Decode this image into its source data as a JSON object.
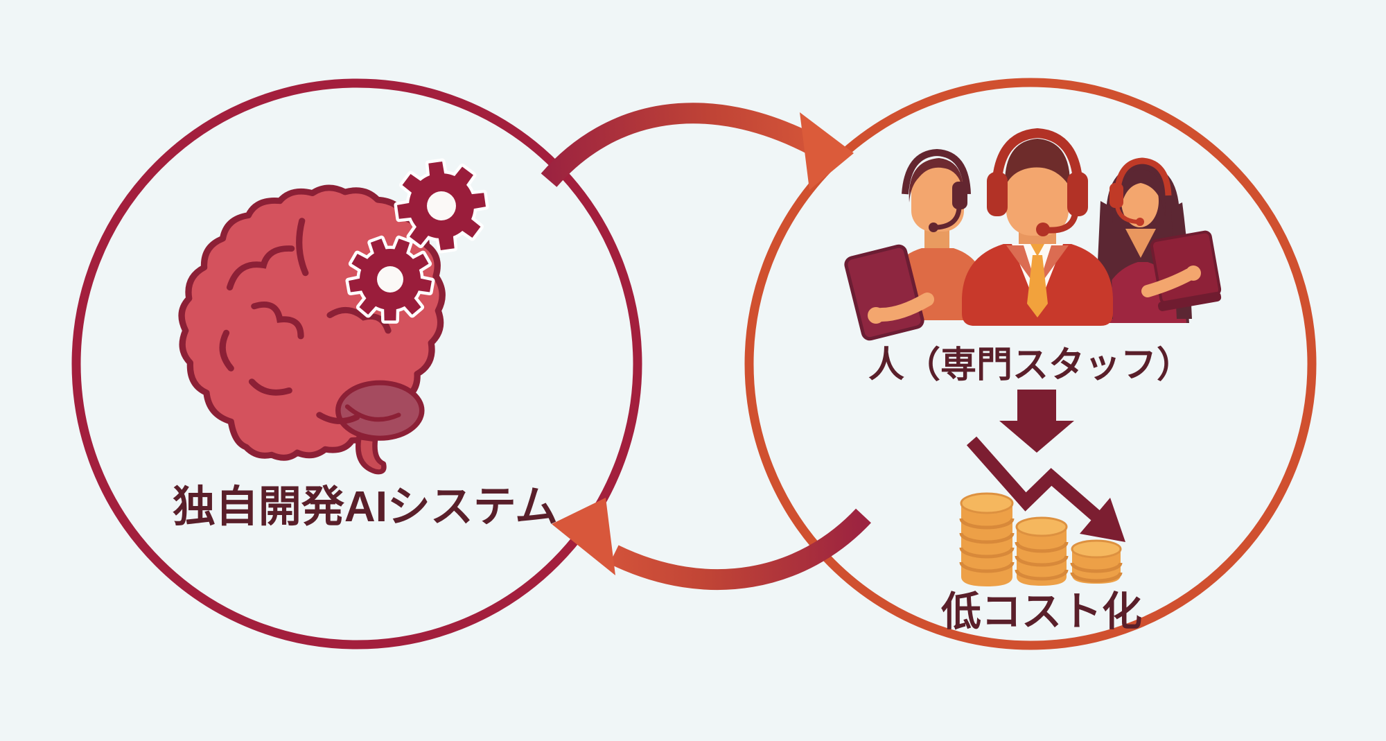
{
  "diagram": {
    "type": "cycle-diagram",
    "left_circle": {
      "label": "独自開発AIシステム",
      "icon": "brain-with-gears"
    },
    "right_circle": {
      "staff_label": "人（専門スタッフ）",
      "cost_label": "低コスト化",
      "icons": [
        "call-center-team",
        "down-arrow",
        "cost-decline-arrow",
        "coin-stacks"
      ]
    },
    "cycle": {
      "top_arrow": {
        "from": "独自開発AIシステム",
        "to": "人（専門スタッフ）"
      },
      "bottom_arrow": {
        "from": "人（専門スタッフ）",
        "to": "独自開発AIシステム"
      }
    }
  },
  "palette": {
    "background": "#F0F6F7",
    "left_circle_border": "#A31F3D",
    "right_circle_border": "#D0502F",
    "arrow_dark": "#9C2340",
    "arrow_orange": "#DB5B3A",
    "label_text": "#5A1F2A",
    "icon_dark_maroon": "#7C1E31",
    "brain_fill": "#D4525D",
    "brain_outline": "#8C2036",
    "gear_fill": "#9A1D3B",
    "coin_gold": "#EDA047",
    "coin_light": "#F5B75E",
    "skin": "#F3A66E",
    "suit_red": "#C8392B",
    "shirt_orange": "#DE6B45",
    "blouse_crimson": "#9E2640",
    "headset_red": "#B23226",
    "tablet_maroon": "#8E2640"
  }
}
